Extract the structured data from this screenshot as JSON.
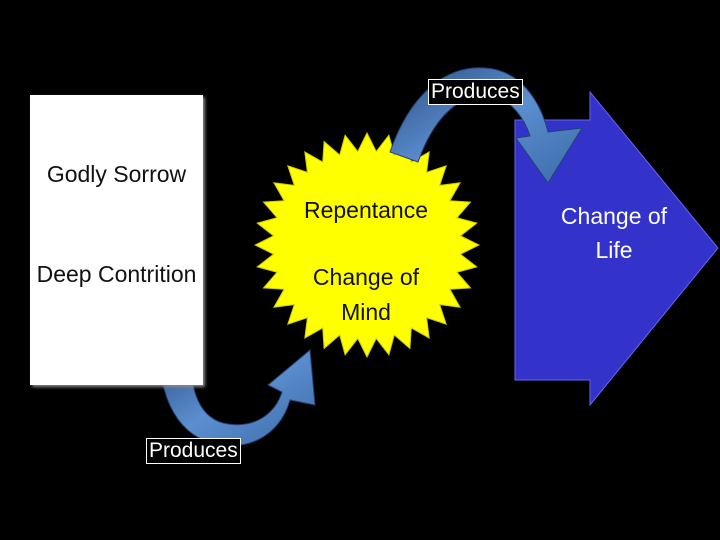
{
  "box": {
    "line1": "Godly Sorrow",
    "line2": "Deep Contrition"
  },
  "star": {
    "line1": "Repentance",
    "line2": "Change of Mind"
  },
  "arrow": {
    "text": "Change of Life"
  },
  "connectors": {
    "top_label": "Produces",
    "bottom_label": "Produces"
  },
  "colors": {
    "background": "#000000",
    "box": "#ffffff",
    "star": "#ffff00",
    "big_arrow": "#3333cc",
    "curved_arrow": "#4a77b4"
  }
}
